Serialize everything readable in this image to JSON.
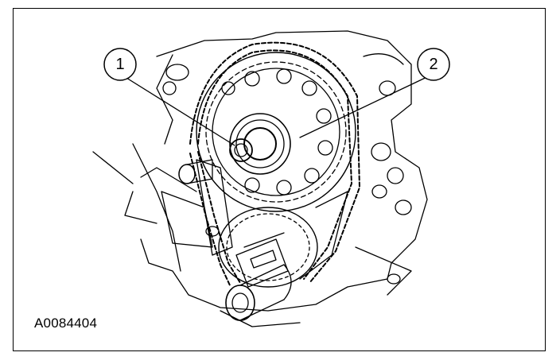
{
  "callouts": [
    {
      "label": "1"
    },
    {
      "label": "2"
    }
  ],
  "figure_id": "A0084404",
  "colors": {
    "line": "#000000",
    "background": "#ffffff"
  }
}
